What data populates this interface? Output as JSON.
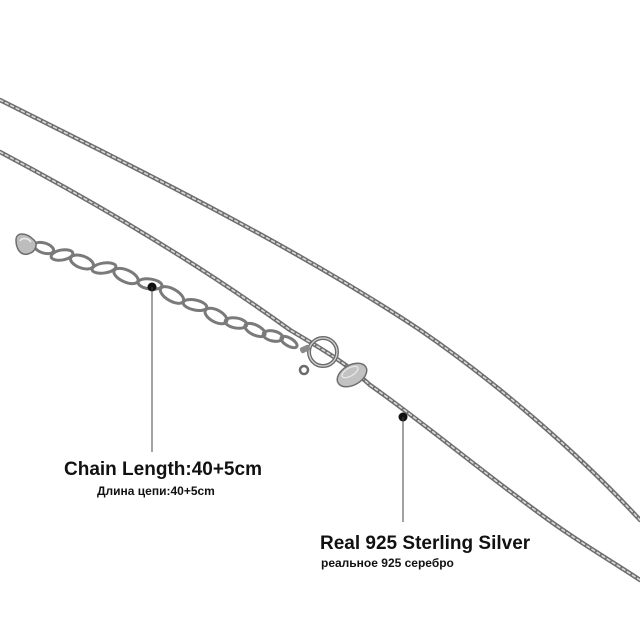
{
  "callouts": {
    "length": {
      "title": "Chain Length:40+5cm",
      "subtitle": "Длина цепи:40+5cm"
    },
    "material": {
      "title": "Real 925 Sterling Silver",
      "subtitle": "реальное 925 серебро"
    }
  },
  "colors": {
    "background": "#ffffff",
    "chain_dark": "#6e6e6e",
    "chain_light": "#c8c8c8",
    "text": "#111111",
    "pointer": "#111111"
  }
}
